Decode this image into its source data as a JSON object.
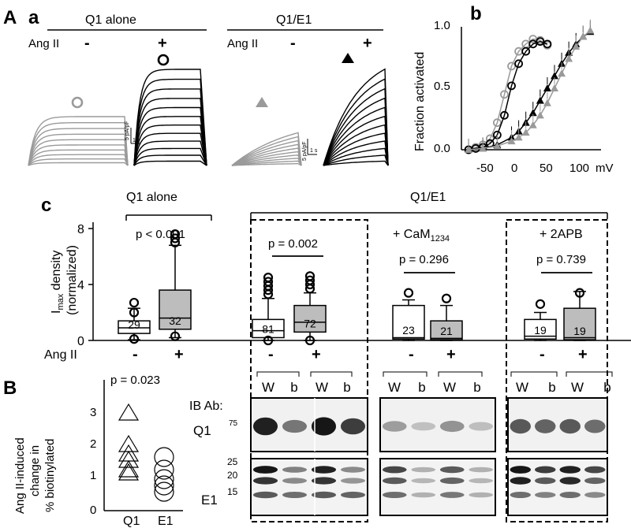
{
  "panel_labels": {
    "A": "A",
    "a": "a",
    "b": "b",
    "c": "c",
    "B": "B"
  },
  "colors": {
    "trace_gray": "#9a9a9a",
    "trace_black": "#000000",
    "box_gray": "#bdbdbd",
    "box_white": "#ffffff"
  },
  "panel_a": {
    "q1_title": "Q1 alone",
    "e1_title": "Q1/E1",
    "angii": "Ang II",
    "minus": "-",
    "plus": "+",
    "scale_current": "5 pA/pF",
    "scale_time": "1 s"
  },
  "panel_b": {
    "ylabel": "Fraction activated",
    "xunit": "mV",
    "xticks": [
      "-50",
      "0",
      "50",
      "100"
    ],
    "yticks": [
      "0.0",
      "0.5",
      "1.0"
    ]
  },
  "panel_c": {
    "q1_title": "Q1 alone",
    "e1_title": "Q1/E1",
    "ylabel_main": "I",
    "ylabel_sub": "max",
    "ylabel_rest": " density",
    "ylabel2": "(normalized)",
    "yticks": [
      "0",
      "4",
      "8"
    ],
    "angii": "Ang II",
    "minus": "-",
    "plus": "+",
    "p_q1": "p < 0.001",
    "p_e1": "p = 0.002",
    "p_cam": "p = 0.296",
    "p_2apb": "p = 0.739",
    "cam_label": "+ CaM",
    "cam_sub": "1234",
    "apb_label": "+ 2APB",
    "n": [
      "29",
      "32",
      "81",
      "72",
      "23",
      "21",
      "19",
      "19"
    ]
  },
  "panel_B": {
    "p_value": "p = 0.023",
    "ylabel1": "Ang II-induced",
    "ylabel2": "change in",
    "ylabel3": "% biotinylated",
    "yticks": [
      "0",
      "1",
      "2",
      "3"
    ],
    "xticks": [
      "Q1",
      "E1"
    ],
    "ib_label": "IB Ab:",
    "q1_label": "Q1",
    "e1_label": "E1",
    "mw_q1": "75",
    "mw_e1": [
      "25",
      "20",
      "15"
    ],
    "lane_W": "W",
    "lane_b": "b",
    "minus": "-",
    "plus": "+"
  },
  "chart_data": {
    "type": "scatter",
    "xlabel": "mV",
    "ylabel": "Fraction activated",
    "xlim": [
      -80,
      115
    ],
    "ylim": [
      0,
      1.0
    ],
    "series": [
      {
        "x": [
          -70,
          -60,
          -50,
          -40,
          -30,
          -20,
          -10,
          0,
          10,
          20,
          30,
          40
        ],
        "values": [
          0.0,
          0.02,
          0.04,
          0.09,
          0.22,
          0.45,
          0.68,
          0.8,
          0.86,
          0.9,
          0.89,
          0.85
        ]
      },
      {
        "x": [
          -70,
          -60,
          -50,
          -40,
          -30,
          -20,
          -10,
          0,
          10,
          20,
          30,
          40
        ],
        "values": [
          0.0,
          0.01,
          0.02,
          0.05,
          0.12,
          0.28,
          0.52,
          0.7,
          0.8,
          0.86,
          0.88,
          0.86
        ]
      },
      {
        "x": [
          -70,
          -50,
          -30,
          -10,
          0,
          10,
          20,
          30,
          40,
          50,
          60,
          70,
          80,
          90,
          100
        ],
        "values": [
          0.0,
          0.01,
          0.04,
          0.1,
          0.15,
          0.22,
          0.3,
          0.4,
          0.5,
          0.6,
          0.7,
          0.79,
          0.86,
          0.92,
          0.96
        ]
      },
      {
        "x": [
          -70,
          -50,
          -30,
          -10,
          0,
          10,
          20,
          30,
          40,
          50,
          60,
          70,
          80,
          90,
          100
        ],
        "values": [
          0.0,
          0.01,
          0.03,
          0.07,
          0.1,
          0.14,
          0.2,
          0.28,
          0.38,
          0.5,
          0.62,
          0.74,
          0.84,
          0.92,
          0.97
        ]
      }
    ]
  }
}
